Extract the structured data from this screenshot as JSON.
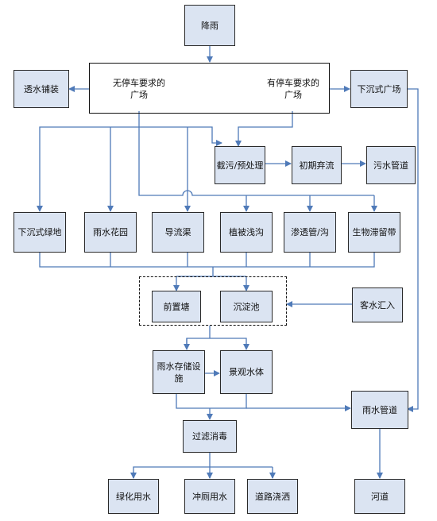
{
  "diagram": {
    "nodes": {
      "rainfall": "降雨",
      "permeable_paving": "透水铺装",
      "no_parking_square": "无停车要求的广场",
      "parking_square": "有停车要求的广场",
      "sunken_square": "下沉式广场",
      "pollution_pretreatment": "截污/预处理",
      "initial_discharge": "初期弃流",
      "sewage_pipe": "污水管道",
      "sunken_greenbelt": "下沉式绿地",
      "rain_garden": "雨水花园",
      "diversion_channel": "导流渠",
      "vegetated_swale": "植被浅沟",
      "infiltration_pipe": "渗透管/沟",
      "bioretention_strip": "生物滞留带",
      "forebay": "前置塘",
      "sedimentation_pond": "沉淀池",
      "guest_water_inflow": "客水汇入",
      "rain_storage": "雨水存储设施",
      "landscape_water": "景观水体",
      "storm_pipe": "雨水管道",
      "filter_disinfect": "过滤消毒",
      "greening_water": "绿化用水",
      "toilet_water": "冲厕用水",
      "road_watering": "道路浇洒",
      "river": "河道"
    },
    "colors": {
      "node_fill": "#dbe4f2",
      "node_border": "#2a2a2a",
      "arrow": "#4f7ab8"
    }
  }
}
